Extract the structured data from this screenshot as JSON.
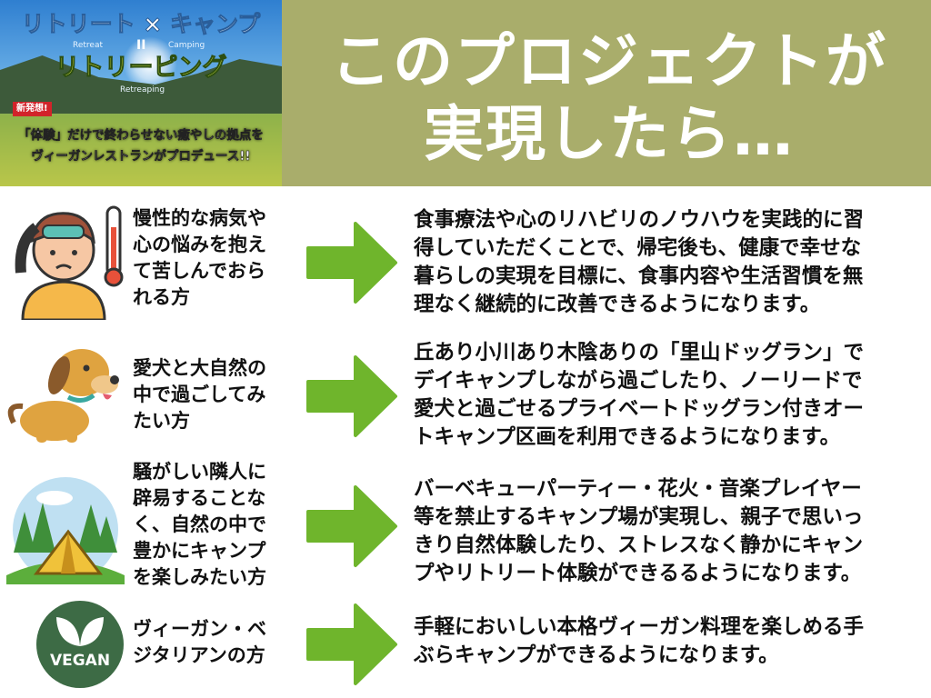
{
  "banner": {
    "title_top": "リトリート × キャンプ",
    "en_retreat": "Retreat",
    "en_camping": "Camping",
    "equals": "II",
    "title_main": "リトリーピング",
    "en_main": "Retreaping",
    "badge": "新発想!",
    "sub_lines": [
      "「体験」だけで終わらせない癒やしの拠点を",
      "ヴィーガンレストランがプロデュース!!"
    ]
  },
  "header": {
    "title_lines": [
      "このプロジェクトが",
      "実現したら…"
    ]
  },
  "colors": {
    "header_bg": "#a9ad6b",
    "arrow": "#6fb52c"
  },
  "rows": [
    {
      "icon": "sick-person-thermometer-icon",
      "label_lines": [
        "慢性的な病気や",
        "心の悩みを抱え",
        "て苦しんでおら",
        "れる方"
      ],
      "desc_lines": [
        "食事療法や心のリハビリのノウハウを実践的に習",
        "得していただくことで、帰宅後も、健康で幸せな",
        "暮らしの実現を目標に、食事内容や生活習慣を無",
        "理なく継続的に改善できるようになります。"
      ]
    },
    {
      "icon": "dog-icon",
      "label_lines": [
        "愛犬と大自然の",
        "中で過ごしてみ",
        "たい方"
      ],
      "desc_lines": [
        "丘あり小川あり木陰ありの「里山ドッグラン」で",
        "デイキャンプしながら過ごしたり、ノーリードで",
        "愛犬と過ごせるプライベートドッグラン付きオー",
        "トキャンプ区画を利用できるようになります。"
      ]
    },
    {
      "icon": "tent-forest-icon",
      "label_lines": [
        "騒がしい隣人に",
        "辟易することな",
        "く、自然の中で",
        "豊かにキャンプ",
        "を楽しみたい方"
      ],
      "desc_lines": [
        "バーベキューパーティー・花火・音楽プレイヤー",
        "等を禁止するキャンプ場が実現し、親子で思いっ",
        "きり自然体験したり、ストレスなく静かにキャン",
        "プやリトリート体験ができるるようになります。"
      ]
    },
    {
      "icon": "vegan-leaf-icon",
      "icon_text": "VEGAN",
      "label_lines": [
        "ヴィーガン・ベ",
        "ジタリアンの方"
      ],
      "desc_lines": [
        "手軽においしい本格ヴィーガン料理を楽しめる手",
        "ぶらキャンプができるようになります。"
      ]
    }
  ]
}
